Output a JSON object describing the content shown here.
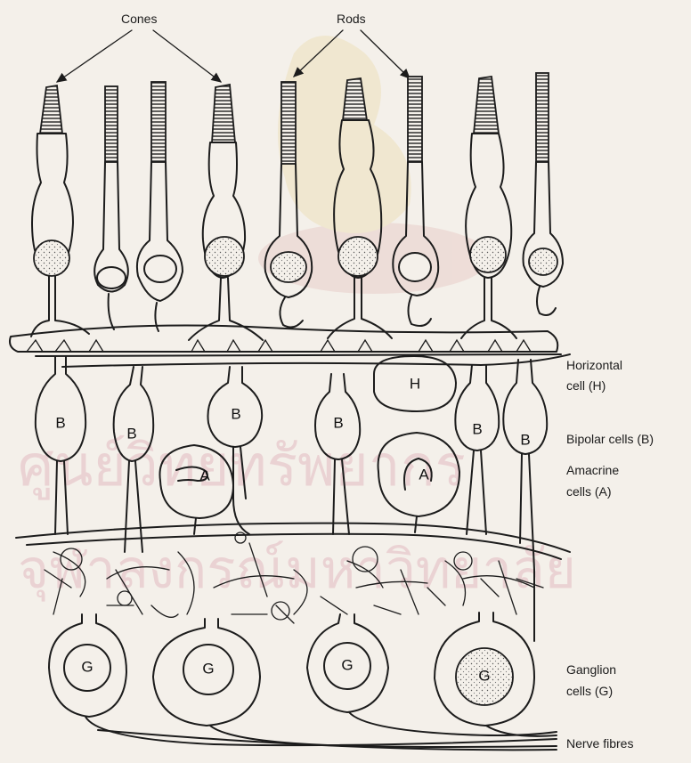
{
  "labels": {
    "cones": "Cones",
    "rods": "Rods",
    "horizontal_1": "Horizontal",
    "horizontal_2": "cell (H)",
    "bipolar": "Bipolar cells (B)",
    "amacrine_1": "Amacrine",
    "amacrine_2": "cells (A)",
    "ganglion_1": "Ganglion",
    "ganglion_2": "cells (G)",
    "nerve": "Nerve fibres"
  },
  "cells": {
    "horizontal": "H",
    "bipolar": "B",
    "amacrine": "A",
    "ganglion": "G"
  },
  "watermark": {
    "line1": "ศูนย์วิทยทรัพยากร",
    "line2": "จุฬาลงกรณ์มหาวิทยาลัย"
  }
}
